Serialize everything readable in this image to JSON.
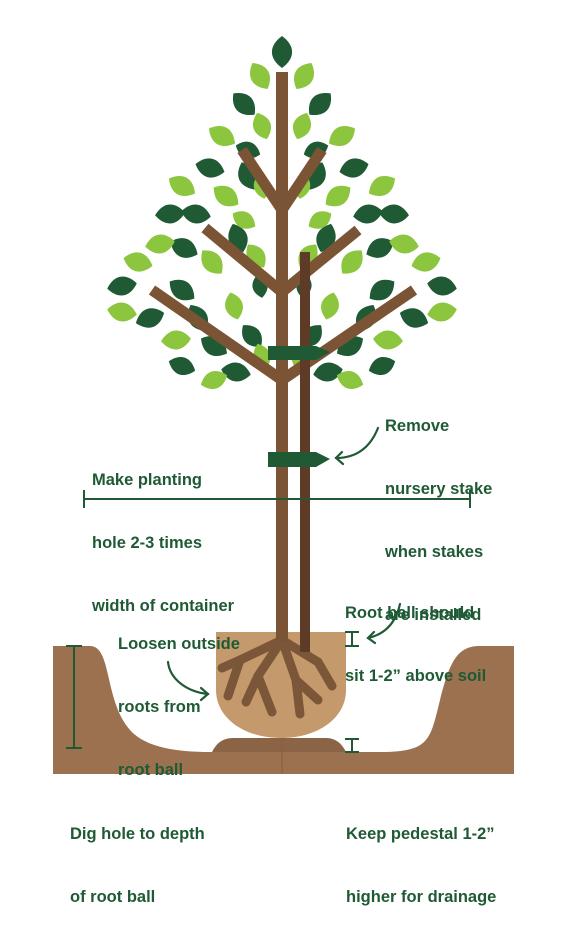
{
  "colors": {
    "soil": "#9b7150",
    "soil_dark": "#8a6444",
    "root_ball": "#c49a6c",
    "root": "#7b5638",
    "trunk": "#7b5335",
    "stake": "#5d3b27",
    "leaf_dark": "#1f5a35",
    "leaf_light": "#8cc63f",
    "text": "#1f5a35"
  },
  "labels": {
    "remove_stake": [
      "Remove",
      "nursery stake",
      "when stakes",
      "are installed"
    ],
    "planting_hole": [
      "Make planting",
      "hole 2-3 times",
      "width of container"
    ],
    "root_ball_height": [
      "Root ball should",
      "sit 1-2” above soil"
    ],
    "loosen_roots": [
      "Loosen outside",
      "roots from",
      "root ball"
    ],
    "dig_depth": [
      "Dig hole to depth",
      "of root ball"
    ],
    "pedestal": [
      "Keep pedestal 1-2”",
      "higher for drainage"
    ]
  }
}
